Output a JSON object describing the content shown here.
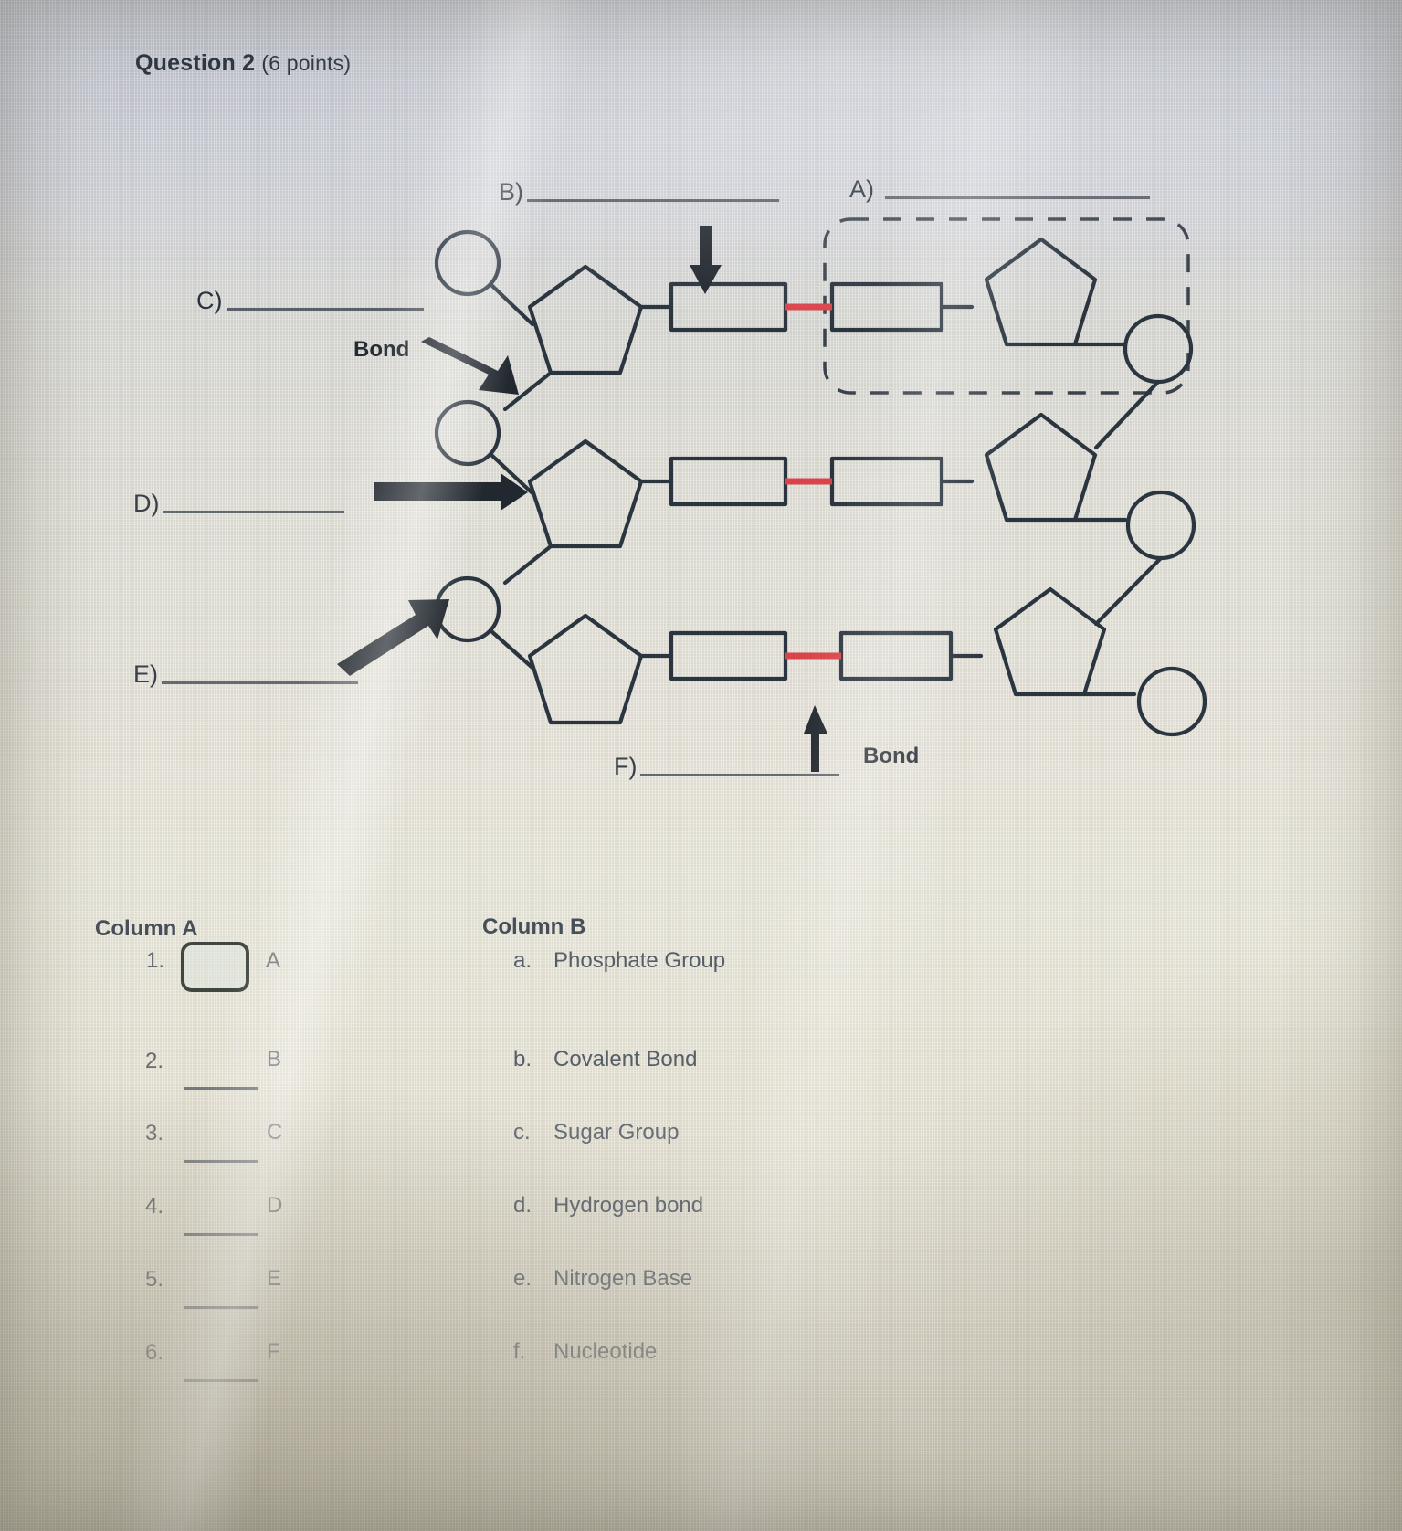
{
  "question": {
    "title": "Question 2",
    "points": "(6 points)"
  },
  "diagram": {
    "labels": [
      {
        "id": "A",
        "tag": "A)"
      },
      {
        "id": "B",
        "tag": "B)"
      },
      {
        "id": "C",
        "tag": "C)"
      },
      {
        "id": "D",
        "tag": "D)"
      },
      {
        "id": "E",
        "tag": "E)"
      },
      {
        "id": "F",
        "tag": "F)"
      }
    ],
    "bond_label_top": "Bond",
    "bond_label_bottom": "Bond",
    "colors": {
      "outline": "#2b3540",
      "hydrogen_bond": "#d8444a",
      "arrow": "#22282f"
    }
  },
  "matching": {
    "column_a_header": "Column A",
    "column_b_header": "Column B",
    "column_a": [
      {
        "num": "1.",
        "answer": "",
        "letter": "A"
      },
      {
        "num": "2.",
        "answer": "",
        "letter": "B"
      },
      {
        "num": "3.",
        "answer": "",
        "letter": "C"
      },
      {
        "num": "4.",
        "answer": "",
        "letter": "D"
      },
      {
        "num": "5.",
        "answer": "",
        "letter": "E"
      },
      {
        "num": "6.",
        "answer": "",
        "letter": "F"
      }
    ],
    "column_b": [
      {
        "mark": "a.",
        "text": "Phosphate Group"
      },
      {
        "mark": "b.",
        "text": "Covalent Bond"
      },
      {
        "mark": "c.",
        "text": "Sugar Group"
      },
      {
        "mark": "d.",
        "text": "Hydrogen bond"
      },
      {
        "mark": "e.",
        "text": "Nitrogen Base"
      },
      {
        "mark": "f.",
        "text": "Nucleotide"
      }
    ]
  }
}
